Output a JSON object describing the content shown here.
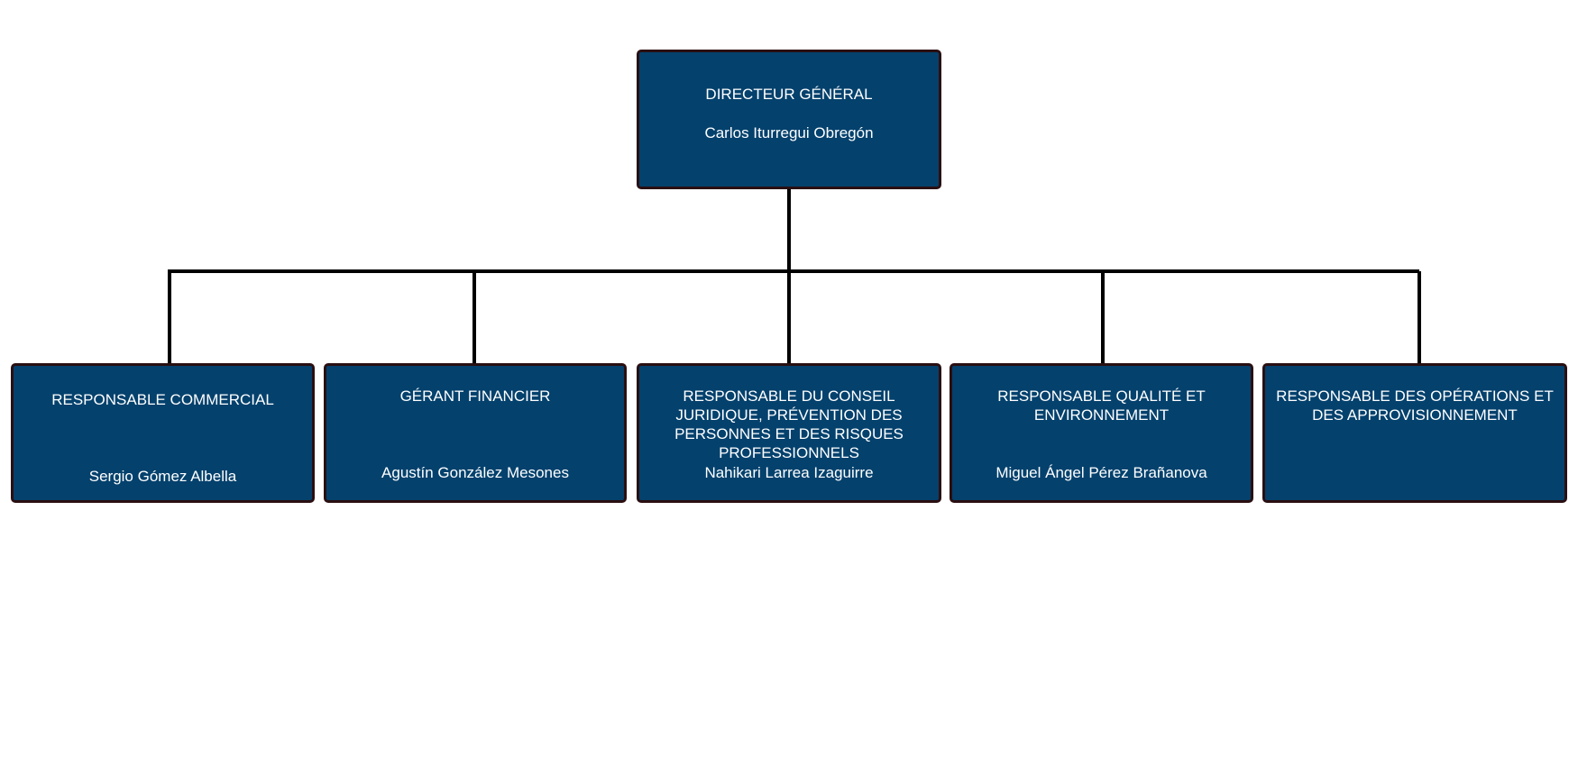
{
  "chart": {
    "ceo": {
      "role": "DIRECTEUR GÉNÉRAL",
      "person": "Carlos Iturregui Obregón"
    },
    "reports": [
      {
        "role": "RESPONSABLE COMMERCIAL",
        "person": "Sergio Gómez Albella"
      },
      {
        "role": "GÉRANT FINANCIER",
        "person": "Agustín González Mesones"
      },
      {
        "role": "RESPONSABLE DU CONSEIL JURIDIQUE, PRÉVENTION DES PERSONNES ET DES RISQUES PROFESSIONNELS",
        "person": "Nahikari Larrea Izaguirre"
      },
      {
        "role": "RESPONSABLE QUALITÉ ET ENVIRONNEMENT",
        "person": "Miguel Ángel Pérez Brañanova"
      },
      {
        "role": "RESPONSABLE DES OPÉRATIONS ET DES APPROVISIONNEMENT",
        "person": ""
      }
    ]
  },
  "colors": {
    "box_fill": "#04416d",
    "box_border": "#2a0f12",
    "connector": "#000000",
    "text": "#ffffff"
  }
}
